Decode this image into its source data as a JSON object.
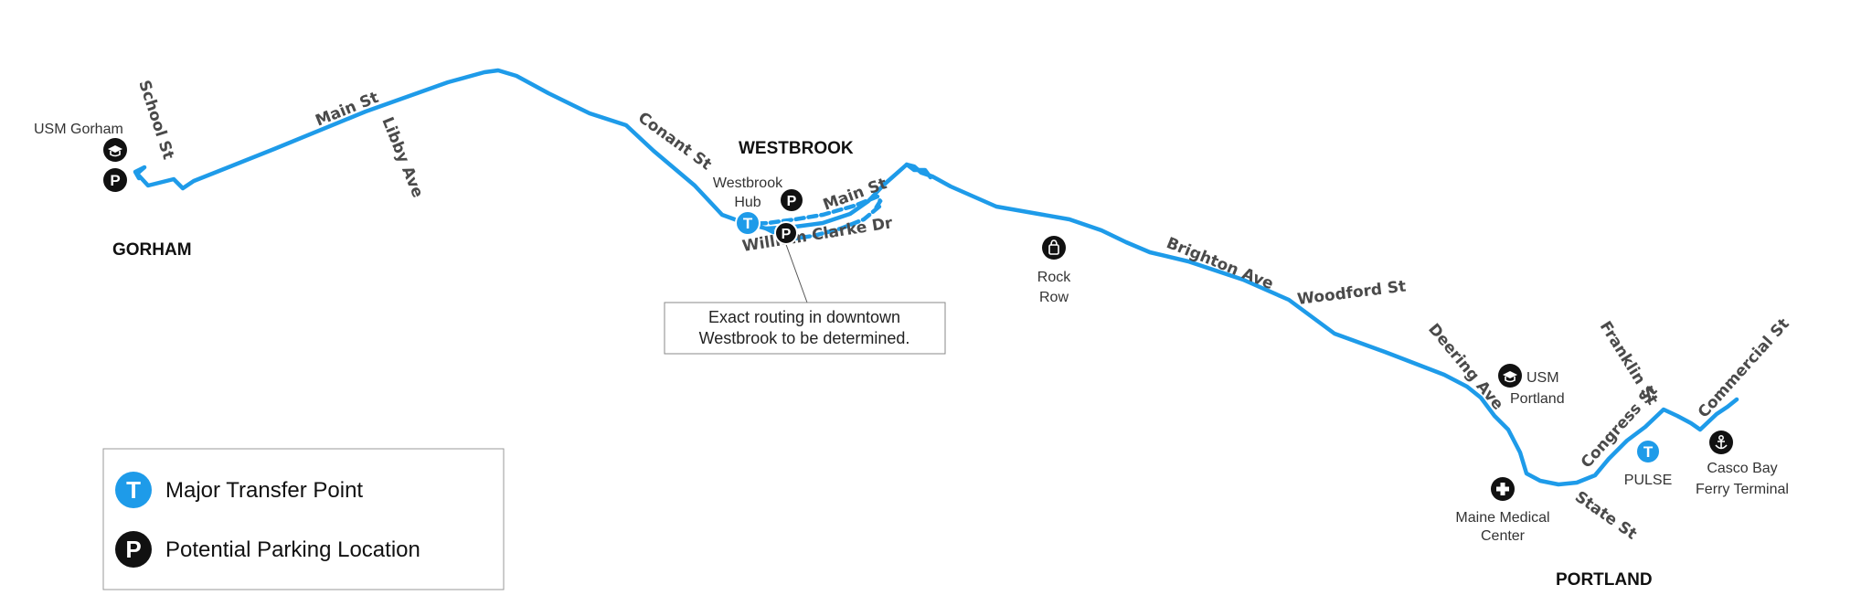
{
  "cities": {
    "gorham": "GORHAM",
    "westbrook": "WESTBROOK",
    "portland": "PORTLAND"
  },
  "streets": {
    "school_st": "School St",
    "main_st_gorham": "Main St",
    "libby_ave": "Libby Ave",
    "conant_st": "Conant St",
    "main_st_westbrook": "Main St",
    "william_clarke_dr": "William Clarke Dr",
    "brighton_ave": "Brighton Ave",
    "woodford_st": "Woodford St",
    "deering_ave": "Deering Ave",
    "franklin_st": "Franklin St",
    "commercial_st": "Commercial St",
    "congress_st": "Congress St",
    "state_st": "State St"
  },
  "places": {
    "usm_gorham": "USM Gorham",
    "westbrook_hub_line1": "Westbrook",
    "westbrook_hub_line2": "Hub",
    "rock_row_line1": "Rock",
    "rock_row_line2": "Row",
    "usm_portland_line1": "USM",
    "usm_portland_line2": "Portland",
    "maine_medical_line1": "Maine Medical",
    "maine_medical_line2": "Center",
    "pulse": "PULSE",
    "casco_bay_line1": "Casco Bay",
    "casco_bay_line2": "Ferry Terminal"
  },
  "note": {
    "line1": "Exact routing in downtown",
    "line2": "Westbrook to be determined."
  },
  "legend": {
    "transfer_label": "Major Transfer Point",
    "parking_label": "Potential Parking Location",
    "transfer_glyph": "T",
    "parking_glyph": "P"
  },
  "icons": {
    "transfer_glyph": "T",
    "parking_glyph": "P"
  },
  "colors": {
    "route": "#1e9be9",
    "transfer": "#1e9be9",
    "parking": "#111111"
  }
}
